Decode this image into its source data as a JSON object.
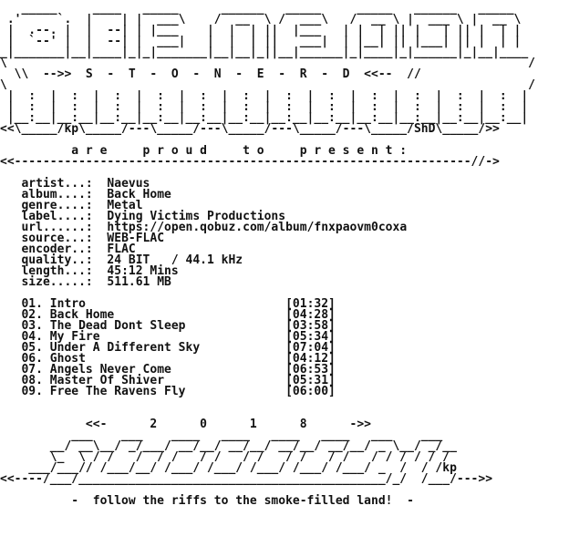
{
  "header_art": [
    "   _____     ____   _____      ______   _____     _____   ______   _____",
    " .'     `.  |    | |  ___\\    /  __  \\ /  ___\\   /  __ \\ |  ___ \\ |  __ \\",
    " |  .--. |  |  --| | |___    |  |  | ||  |___   | |  | || |   | || |  | |",
    " |  `--' |  |  --| |  ___|   |  |  | ||   ___|  | |__| || |___| || |  | |",
    "_|_______|__|____|_|_|_______|__|__|_||__|______|_|____|_|______|_|__|____",
    "\\                                                                         /",
    "  \\\\  -->>  S  -  T  -  O  -  N  -  E  -  R  -  D  <<--  //",
    "\\                                                                         /",
    " |  :  |  :  |  :  |  :  |  :  |  :  |  :  |  :  |  :  |  :  |  :  |  :  |",
    " |  :  |  :  |  :  |  :  |  :  |  :  |  :  |  :  |  :  |  :  |  :  |  :  |",
    " |__:__|__:__|__:__|__:__|__:__|__:__|__:__|__:__|__:__|__:__|__:__|__:__|",
    "<<\\_____/kp\\_____/---\\_____/---\\_____/---\\_____/---\\_____/ShD\\_____/>>"
  ],
  "present_line": "          a r e     p r o u d     t o     p r e s e n t :",
  "divider_line": "<<----------------------------------------------------------------//->",
  "fields": [
    {
      "key": "artist...:",
      "value": "Naevus"
    },
    {
      "key": "album....:",
      "value": "Back Home"
    },
    {
      "key": "genre....:",
      "value": "Metal"
    },
    {
      "key": "label....:",
      "value": "Dying Victims Productions"
    },
    {
      "key": "url......:",
      "value": "https://open.qobuz.com/album/fnxpaovm0coxa"
    },
    {
      "key": "source...:",
      "value": "WEB-FLAC"
    },
    {
      "key": "encoder..:",
      "value": "FLAC"
    },
    {
      "key": "quality..:",
      "value": "24 BIT   / 44.1 kHz"
    },
    {
      "key": "length...:",
      "value": "45:12 Mins"
    },
    {
      "key": "size.....:",
      "value": "511.61 MB"
    }
  ],
  "tracks": [
    {
      "num": "01.",
      "title": "Intro",
      "time": "[01:32]"
    },
    {
      "num": "02.",
      "title": "Back Home",
      "time": "[04:28]"
    },
    {
      "num": "03.",
      "title": "The Dead Dont Sleep",
      "time": "[03:58]"
    },
    {
      "num": "04.",
      "title": "My Fire",
      "time": "[05:34]"
    },
    {
      "num": "05.",
      "title": "Under A Different Sky",
      "time": "[07:04]"
    },
    {
      "num": "06.",
      "title": "Ghost",
      "time": "[04:12]"
    },
    {
      "num": "07.",
      "title": "Angels Never Come",
      "time": "[06:53]"
    },
    {
      "num": "08.",
      "title": "Master Of Shiver",
      "time": "[05:31]"
    },
    {
      "num": "09.",
      "title": "Free The Ravens Fly",
      "time": "[06:00]"
    }
  ],
  "year_line": "            <<-      2      0      1      8      ->>",
  "footer_art": [
    "          ___    ___    ____   ____   ____   ____   ___    ___",
    "       __/ __\\__/ _/___/ __/__/ __/__/ __/__/ __/__/ _ \\__/ _/__",
    "       \\_  \\ / /   /  / /   / /   / /   / /   / /   / / / / / /",
    "    ___/___// /___/__/ /___/ /___/ /___/ /___/ /___/ _  /  / /kp",
    "<<----/___/___________________________________________/_/  /___/--->>"
  ],
  "tagline": "          -  follow the riffs to the smoke-filled land!  -"
}
